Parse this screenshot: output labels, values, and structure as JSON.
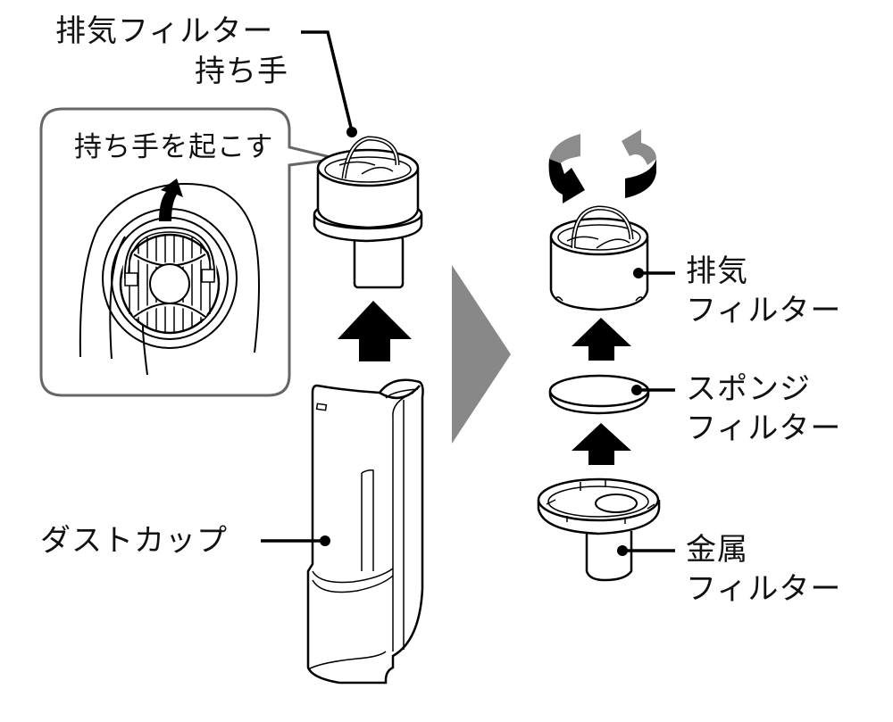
{
  "labels": {
    "exhaust_filter_handle": {
      "line1": "排気フィルター",
      "line2": "持ち手"
    },
    "callout_instruction": "持ち手を起こす",
    "dust_cup": "ダストカップ",
    "exhaust_filter": {
      "line1": "排気",
      "line2": "フィルター"
    },
    "sponge_filter": {
      "line1": "スポンジ",
      "line2": "フィルター"
    },
    "metal_filter": {
      "line1": "金属",
      "line2": "フィルター"
    }
  },
  "colors": {
    "line": "#000000",
    "callout_border": "#666666",
    "step_arrow": "#888888",
    "rotate_light": "#8c8c8c",
    "rotate_dark": "#000000"
  },
  "icons": {
    "step_arrow": "right-triangle",
    "lift_arrow": "up-arrow",
    "rotate_arrows": "rotate-arrows"
  }
}
